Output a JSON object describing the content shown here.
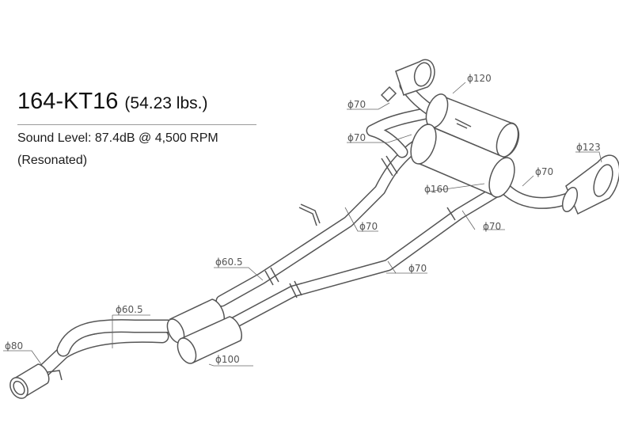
{
  "title": {
    "part_number": "164-KT16",
    "weight": "(54.23 lbs.)"
  },
  "specs": {
    "sound_level": "Sound Level: 87.4dB @ 4,500 RPM",
    "note": "(Resonated)"
  },
  "dimension_labels": {
    "d120": "ϕ120",
    "d70_top": "ϕ70",
    "d70_mid": "ϕ70",
    "d123": "ϕ123",
    "d70_right": "ϕ70",
    "d160": "ϕ160",
    "d70_pipe_a": "ϕ70",
    "d70_pipe_b": "ϕ70",
    "d60_5_upper": "ϕ60.5",
    "d70_pipe_c": "ϕ70",
    "d60_5_lower": "ϕ60.5",
    "d80": "ϕ80",
    "d100": "ϕ100"
  },
  "colors": {
    "line": "#555555",
    "text": "#111111",
    "background": "#ffffff"
  }
}
